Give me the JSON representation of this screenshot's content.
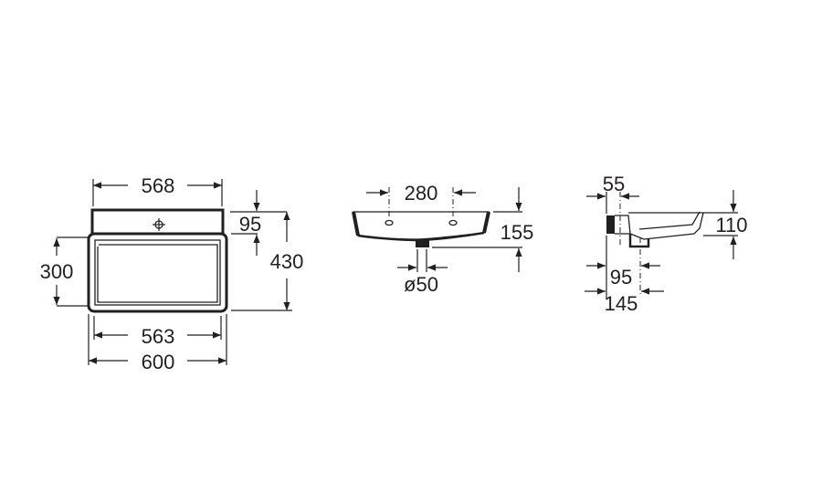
{
  "plan_view": {
    "width_top": "568",
    "deck_depth": "95",
    "total_depth": "430",
    "bowl_depth": "300",
    "width_inner": "563",
    "width_total": "600"
  },
  "front_section": {
    "tap_hole_spacing": "280",
    "height": "155",
    "waste_diameter": "ø50"
  },
  "side_section": {
    "wall_offset": "55",
    "waste_offset": "95",
    "projection": "145",
    "bowl_height": "110"
  }
}
